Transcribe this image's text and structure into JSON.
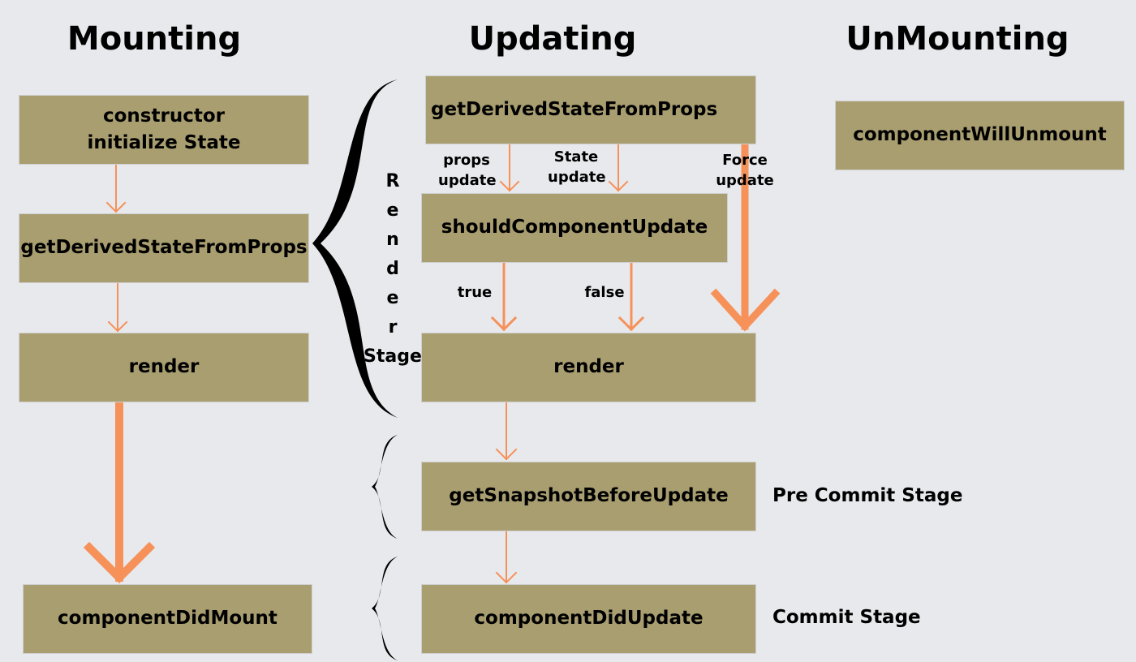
{
  "columns": {
    "mounting": "Mounting",
    "updating": "Updating",
    "unmounting": "UnMounting"
  },
  "mounting": {
    "constructor_line1": "constructor",
    "constructor_line2": "initialize State",
    "get_derived": "getDerivedStateFromProps",
    "render": "render",
    "did_mount": "componentDidMount"
  },
  "updating": {
    "get_derived": "getDerivedStateFromProps",
    "should_update": "shouldComponentUpdate",
    "render": "render",
    "snapshot": "getSnapshotBeforeUpdate",
    "did_update": "componentDidUpdate"
  },
  "unmounting": {
    "will_unmount": "componentWillUnmount"
  },
  "edge_labels": {
    "props_update_1": "props",
    "props_update_2": "update",
    "state_update_1": "State",
    "state_update_2": "update",
    "force_update_1": "Force",
    "force_update_2": "update",
    "true_label": "true",
    "false_label": "false"
  },
  "stages": {
    "render_stage_letters": [
      "R",
      "e",
      "n",
      "d",
      "e",
      "r"
    ],
    "render_stage_word": "Stage",
    "pre_commit": "Pre Commit Stage",
    "commit": "Commit Stage"
  },
  "colors": {
    "box_fill": "#a99e70",
    "arrow": "#f6915a",
    "background": "#e8e9ec"
  }
}
